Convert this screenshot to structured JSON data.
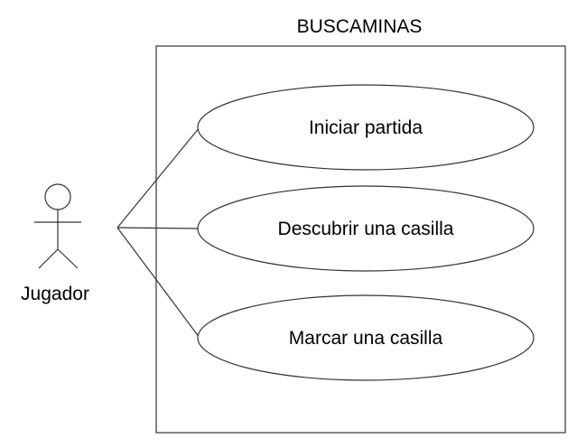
{
  "system": {
    "title": "BUSCAMINAS"
  },
  "actor": {
    "name": "Jugador"
  },
  "use_cases": [
    {
      "label": "Iniciar partida"
    },
    {
      "label": "Descubrir una casilla"
    },
    {
      "label": "Marcar una casilla"
    }
  ],
  "colors": {
    "stroke": "#333333",
    "text": "#000000",
    "background": "#ffffff"
  }
}
